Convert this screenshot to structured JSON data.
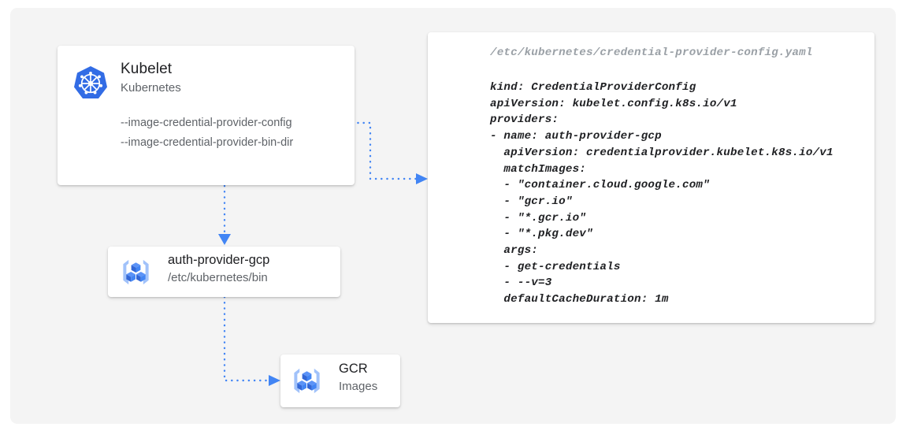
{
  "canvas": {
    "background_color": "#f4f4f4",
    "page_background_color": "#ffffff"
  },
  "colors": {
    "accent_blue": "#4285f4",
    "k8s_blue": "#326ce5",
    "gcp_icon_blue": "#4285f4",
    "gcp_icon_light": "#a1c2fa",
    "text_primary": "#202124",
    "text_secondary": "#5f6368",
    "text_muted": "#9aa0a6",
    "card_white": "#ffffff"
  },
  "kubelet_card": {
    "icon": "kubernetes-logo-icon",
    "title": "Kubelet",
    "subtitle": "Kubernetes",
    "flags": [
      "--image-credential-provider-config",
      "--image-credential-provider-bin-dir"
    ]
  },
  "auth_provider_card": {
    "icon": "gcp-container-registry-icon",
    "title": "auth-provider-gcp",
    "subtitle": "/etc/kubernetes/bin"
  },
  "gcr_card": {
    "icon": "gcp-container-registry-icon",
    "title": "GCR",
    "subtitle": "Images"
  },
  "yaml_card": {
    "file_path": "/etc/kubernetes/credential-provider-config.yaml",
    "content": "kind: CredentialProviderConfig\napiVersion: kubelet.config.k8s.io/v1\nproviders:\n- name: auth-provider-gcp\n  apiVersion: credentialprovider.kubelet.k8s.io/v1\n  matchImages:\n  - \"container.cloud.google.com\"\n  - \"gcr.io\"\n  - \"*.gcr.io\"\n  - \"*.pkg.dev\"\n  args:\n  - get-credentials\n  - --v=3\n  defaultCacheDuration: 1m",
    "lines": [
      "kind: CredentialProviderConfig",
      "apiVersion: kubelet.config.k8s.io/v1",
      "providers:",
      "- name: auth-provider-gcp",
      "  apiVersion: credentialprovider.kubelet.k8s.io/v1",
      "  matchImages:",
      "  - \"container.cloud.google.com\"",
      "  - \"gcr.io\"",
      "  - \"*.gcr.io\"",
      "  - \"*.pkg.dev\"",
      "  args:",
      "  - get-credentials",
      "  - --v=3",
      "  defaultCacheDuration: 1m"
    ]
  },
  "connectors": [
    {
      "name": "kubelet-config-flag-to-yaml",
      "from": "kubelet-flag-image-credential-provider-config",
      "to": "yaml-card",
      "style": "dotted",
      "arrowhead": "right"
    },
    {
      "name": "kubelet-to-auth-provider",
      "from": "kubelet-card",
      "to": "auth-provider-card",
      "style": "dotted",
      "arrowhead": "down"
    },
    {
      "name": "auth-provider-to-gcr",
      "from": "auth-provider-card",
      "to": "gcr-card",
      "style": "dotted",
      "arrowhead": "right"
    }
  ]
}
